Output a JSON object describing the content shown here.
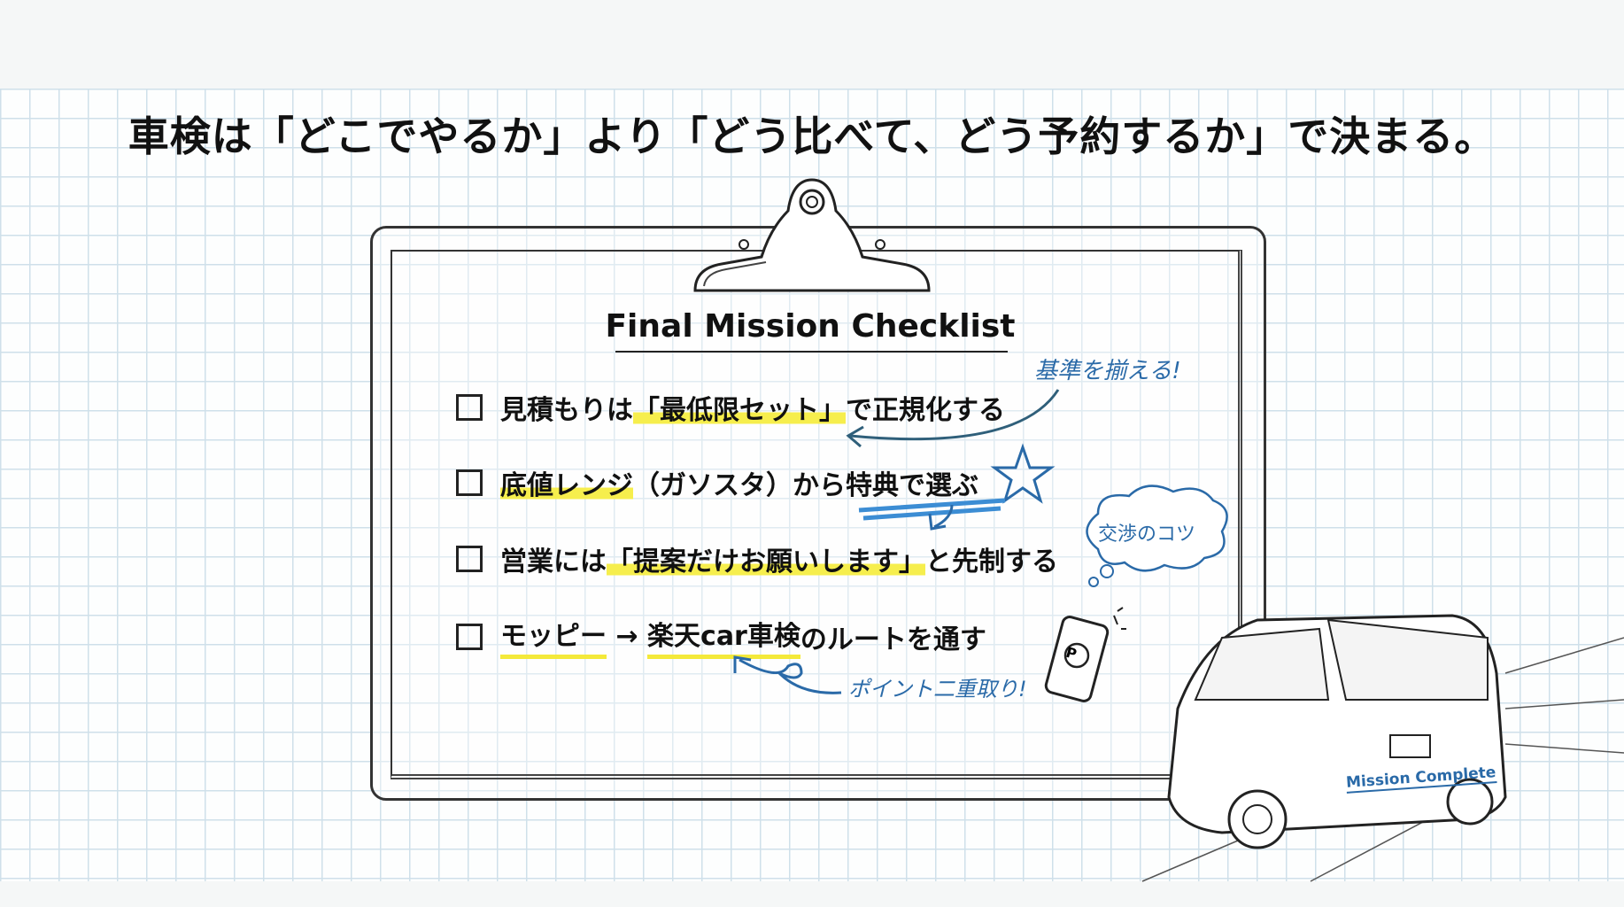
{
  "title": "車検は「どこでやるか」より「どう比べて、どう予約するか」で決まる。",
  "checklist": {
    "heading": "Final Mission Checklist",
    "items": [
      {
        "pre": "見積もりは",
        "hl": "「最低限セット」",
        "post": "で正規化する"
      },
      {
        "pre": "",
        "hl": "底値レンジ",
        "post": "（ガソスタ）から特典で選ぶ"
      },
      {
        "pre": "営業には",
        "hl": "「提案だけお願いします」",
        "post": "と先制する"
      },
      {
        "pre": "",
        "hl": "モッピー",
        "mid": " → ",
        "hl2": "楽天car車検",
        "post": "のルートを通す"
      }
    ]
  },
  "annotations": {
    "standardize": "基準を揃える!",
    "negotiation_tip": "交渉のコツ",
    "double_points": "ポイント二重取り!",
    "phone_icon_letter": "P",
    "van_sign": "Mission Complete"
  },
  "colors": {
    "highlight": "#f6ee4d",
    "annotation": "#2a6aa8",
    "grid": "#cfe0ea"
  }
}
